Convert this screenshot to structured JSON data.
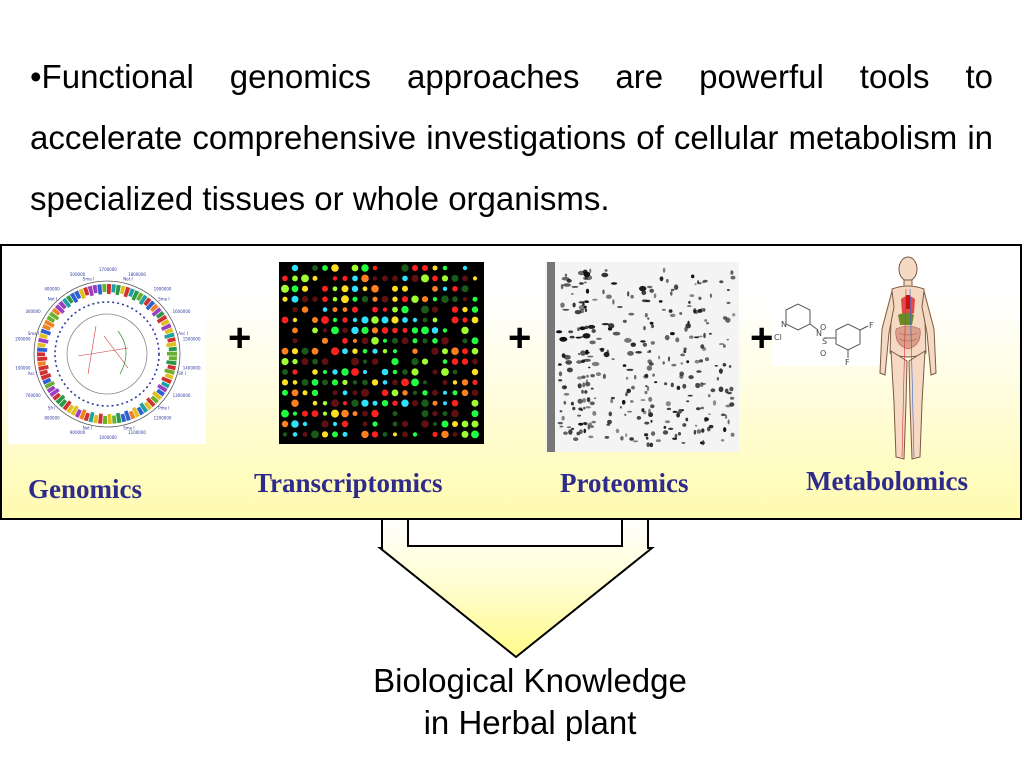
{
  "intro": {
    "text": "•Functional genomics approaches are powerful tools to accelerate comprehensive investigations of cellular metabolism in specialized tissues or whole organisms."
  },
  "panel": {
    "plus_sign": "+",
    "labels": {
      "genomics": "Genomics",
      "transcriptomics": "Transcriptomics",
      "proteomics": "Proteomics",
      "metabolomics": "Metabolomics"
    },
    "genome_map": {
      "tick_labels": [
        "1700000",
        "1800000",
        "1900000",
        "1600000",
        "1500000",
        "1400000",
        "1300000",
        "1200000",
        "1100000",
        "1000000",
        "900000",
        "800000",
        "700000",
        "100000",
        "200000",
        "300000",
        "400000",
        "500000"
      ],
      "site_labels": [
        "Not I",
        "Sma I",
        "Asc I",
        "Sfi I",
        "Pme I",
        "Sma I",
        "Not I",
        "Sfi I",
        "Asc I",
        "Sma I",
        "Not I",
        "Sma I"
      ]
    },
    "molecule_atoms": {
      "n": "N",
      "cl": "Cl",
      "n2": "N",
      "s": "S",
      "o1": "O",
      "o2": "O",
      "f1": "F",
      "f2": "F"
    }
  },
  "conclusion": {
    "line1": "Biological Knowledge",
    "line2": "in Herbal plant"
  },
  "colors": {
    "label": "#2e2b8c",
    "band_bottom": "#fffbb0",
    "arrow_fill": "#fffb9a"
  }
}
